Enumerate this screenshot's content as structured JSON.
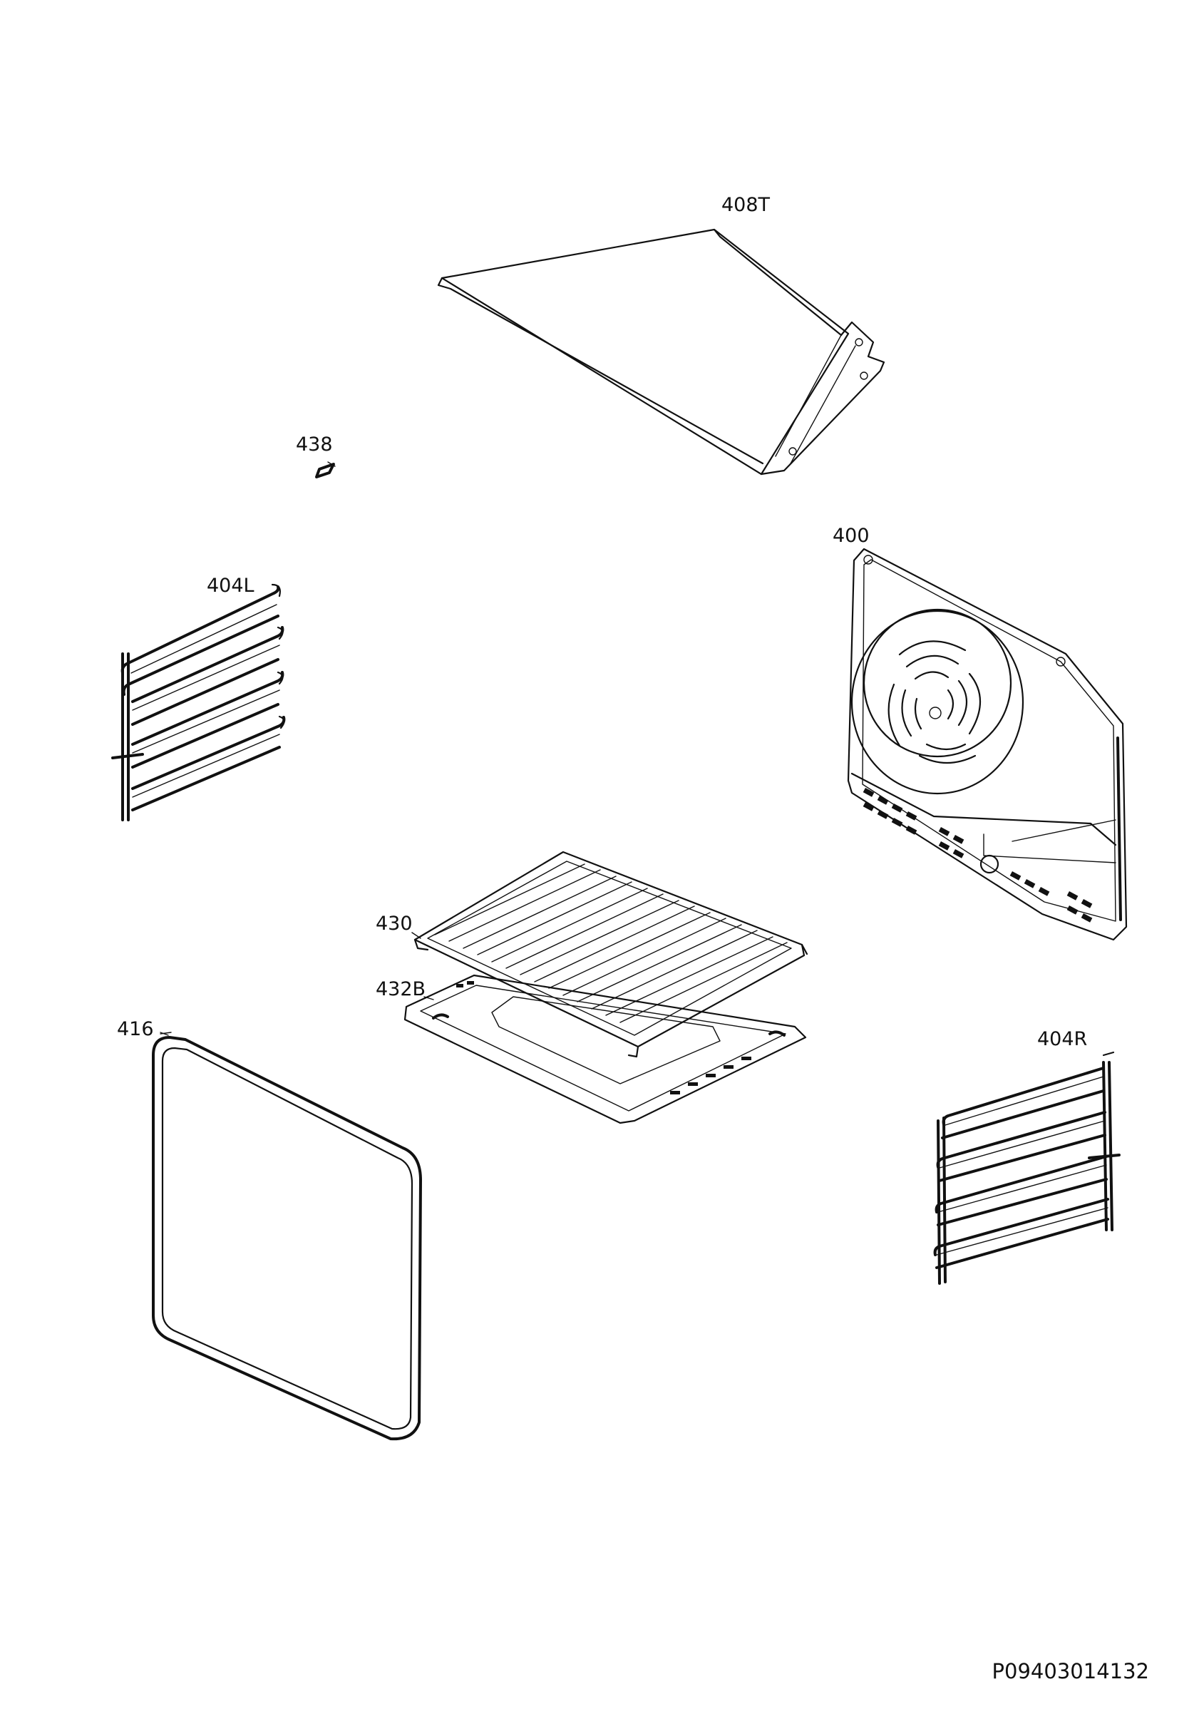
{
  "diagram": {
    "labels": {
      "part_408T": "408T",
      "part_438": "438",
      "part_404L": "404L",
      "part_400": "400",
      "part_430": "430",
      "part_432B": "432B",
      "part_416": "416",
      "part_404R": "404R"
    },
    "document_code": "P09403014132"
  }
}
